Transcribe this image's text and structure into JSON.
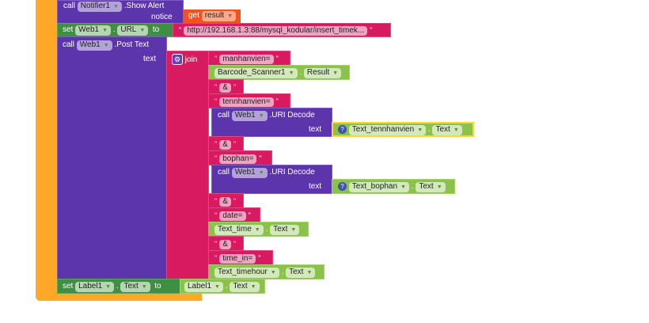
{
  "notifier": {
    "call": "call",
    "component": "Notifier1",
    "method": ".Show Alert",
    "param": "notice",
    "get": "get",
    "var": "result"
  },
  "set_url": {
    "set": "set",
    "component": "Web1",
    "prop": "URL",
    "dot": ".",
    "to": "to",
    "value": "http://192.168.1.3:88/mysql_kodular/insert_timek..."
  },
  "post": {
    "call": "call",
    "component": "Web1",
    "method": ".Post Text",
    "param": "text",
    "join": "join"
  },
  "join_items": {
    "s1": "manhanvien=",
    "barcode": "Barcode_Scanner1",
    "barcode_prop": "Result",
    "s2": "&",
    "s3": "tennhanvien=",
    "dec1": {
      "call": "call",
      "component": "Web1",
      "method": ".URI Decode",
      "param": "text",
      "comp": "Text_tennhanvien",
      "prop": "Text"
    },
    "s4": "&",
    "s5": "bophan=",
    "dec2": {
      "call": "call",
      "component": "Web1",
      "method": ".URI Decode",
      "param": "text",
      "comp": "Text_bophan",
      "prop": "Text"
    },
    "s6": "&",
    "s7": "date=",
    "time": "Text_time",
    "time_prop": "Text",
    "s8": "&",
    "s9": "time_in=",
    "hour": "Text_timehour",
    "hour_prop": "Text"
  },
  "set_label": {
    "set": "set",
    "component": "Label1",
    "prop": "Text",
    "to": "to",
    "src_component": "Label1",
    "src_prop": "Text"
  }
}
